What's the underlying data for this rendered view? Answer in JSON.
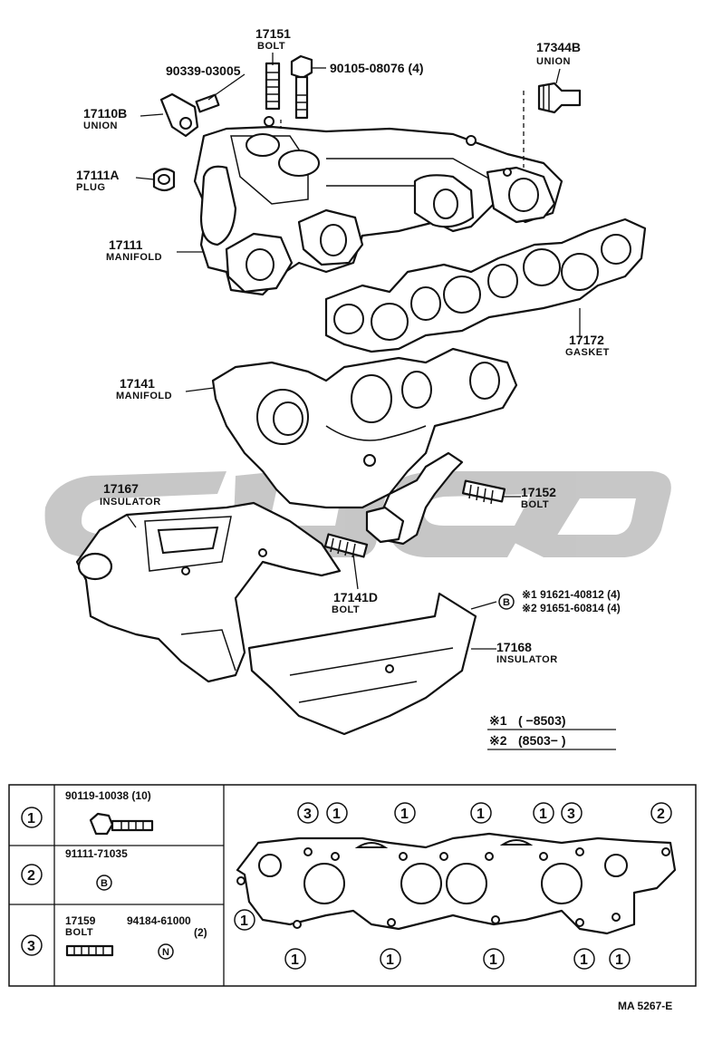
{
  "watermark_color": "#bdbdbd",
  "labels": {
    "bolt_17151": {
      "part_no": "17151",
      "name": "BOLT"
    },
    "clip_90339": {
      "part_no": "90339-03005"
    },
    "bolt_90105": {
      "part_no": "90105-08076 (4)"
    },
    "union_17344b": {
      "part_no": "17344B",
      "name": "UNION"
    },
    "union_17110b": {
      "part_no": "17110B",
      "name": "UNION"
    },
    "plug_17111a": {
      "part_no": "17111A",
      "name": "PLUG"
    },
    "manifold_17111": {
      "part_no": "17111",
      "name": "MANIFOLD"
    },
    "gasket_17172": {
      "part_no": "17172",
      "name": "GASKET"
    },
    "manifold_17141": {
      "part_no": "17141",
      "name": "MANIFOLD"
    },
    "insulator_17167": {
      "part_no": "17167",
      "name": "INSULATOR"
    },
    "bolt_17152": {
      "part_no": "17152",
      "name": "BOLT"
    },
    "bolt_17141d": {
      "part_no": "17141D",
      "name": "BOLT"
    },
    "insulator_17168": {
      "part_no": "17168",
      "name": "INSULATOR"
    }
  },
  "nut_callout": {
    "symbol": "B",
    "line1": "※1 91621-40812 (4)",
    "line2": "※2 91651-60814 (4)"
  },
  "date_notes": {
    "line1_mark": "※1",
    "line1_text": "(      −8503)",
    "line2_mark": "※2",
    "line2_text": "(8503−        )"
  },
  "legend_table": {
    "rows": [
      {
        "index": "1",
        "part_no": "90119-10038 (10)"
      },
      {
        "index": "2",
        "part_no": "91111-71035",
        "symbol": "B"
      },
      {
        "index": "3",
        "part_no": "17159",
        "name": "BOLT",
        "part_no_2": "94184-61000",
        "qty_2": "(2)",
        "symbol_2": "N"
      }
    ],
    "gasket_markers": {
      "top": [
        "3",
        "1",
        "1",
        "1",
        "1",
        "3",
        "2"
      ],
      "left": [
        "1"
      ],
      "bottom": [
        "1",
        "1",
        "1",
        "1",
        "1"
      ]
    }
  },
  "figure_code": "MA  5267-E"
}
